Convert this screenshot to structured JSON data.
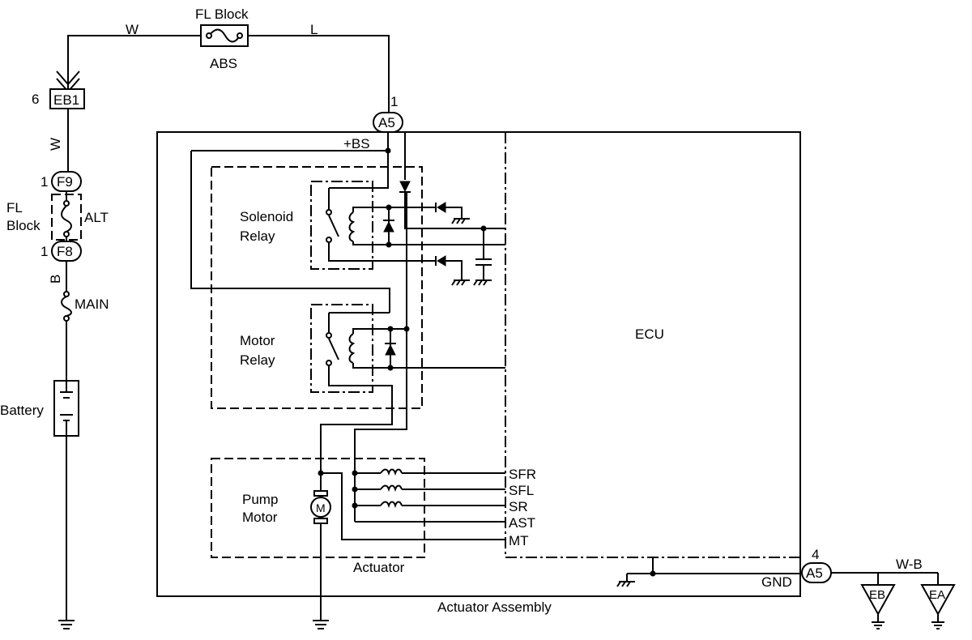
{
  "labels": {
    "fl_block_top": "FL Block",
    "wire_w_top": "W",
    "wire_l_top": "L",
    "abs_fuse": "ABS",
    "eb1_pin": "6",
    "eb1": "EB1",
    "wire_w_vert": "W",
    "f9_pin": "1",
    "f9": "F9",
    "fl_block_left_1": "FL",
    "fl_block_left_2": "Block",
    "alt_fuse": "ALT",
    "f8_pin": "1",
    "f8": "F8",
    "wire_b_vert": "B",
    "main_fuse": "MAIN",
    "battery": "Battery",
    "a5_top_pin": "1",
    "a5_top": "A5",
    "plus_bs": "+BS",
    "solenoid_relay_1": "Solenoid",
    "solenoid_relay_2": "Relay",
    "motor_relay_1": "Motor",
    "motor_relay_2": "Relay",
    "pump_motor_1": "Pump",
    "pump_motor_2": "Motor",
    "motor_symbol": "M",
    "actuator": "Actuator",
    "actuator_assembly": "Actuator Assembly",
    "ecu": "ECU",
    "sfr": "SFR",
    "sfl": "SFL",
    "sr": "SR",
    "ast": "AST",
    "mt": "MT",
    "gnd": "GND",
    "a5_bottom_pin": "4",
    "a5_bottom": "A5",
    "wire_wb": "W-B",
    "eb_ground": "EB",
    "ea_ground": "EA"
  }
}
